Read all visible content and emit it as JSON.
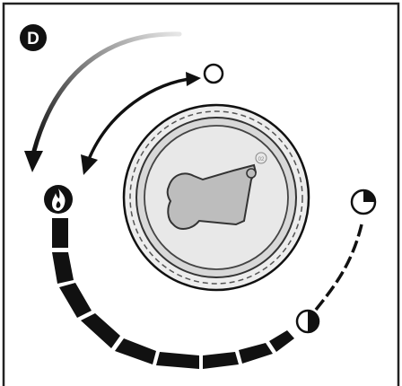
{
  "step_badge": {
    "label": "D"
  },
  "knob": {
    "emblem_text": "02"
  },
  "positions": [
    {
      "name": "off",
      "icon": "circle-outline-icon"
    },
    {
      "name": "flame",
      "icon": "flame-icon"
    },
    {
      "name": "half",
      "icon": "half-circle-icon"
    },
    {
      "name": "quarter",
      "icon": "quarter-circle-icon"
    }
  ],
  "colors": {
    "ink": "#111111",
    "knob_face": "#e3e3e3",
    "knob_ring": "#cfcfcf",
    "arrow_fade": "#bfbfbf"
  }
}
